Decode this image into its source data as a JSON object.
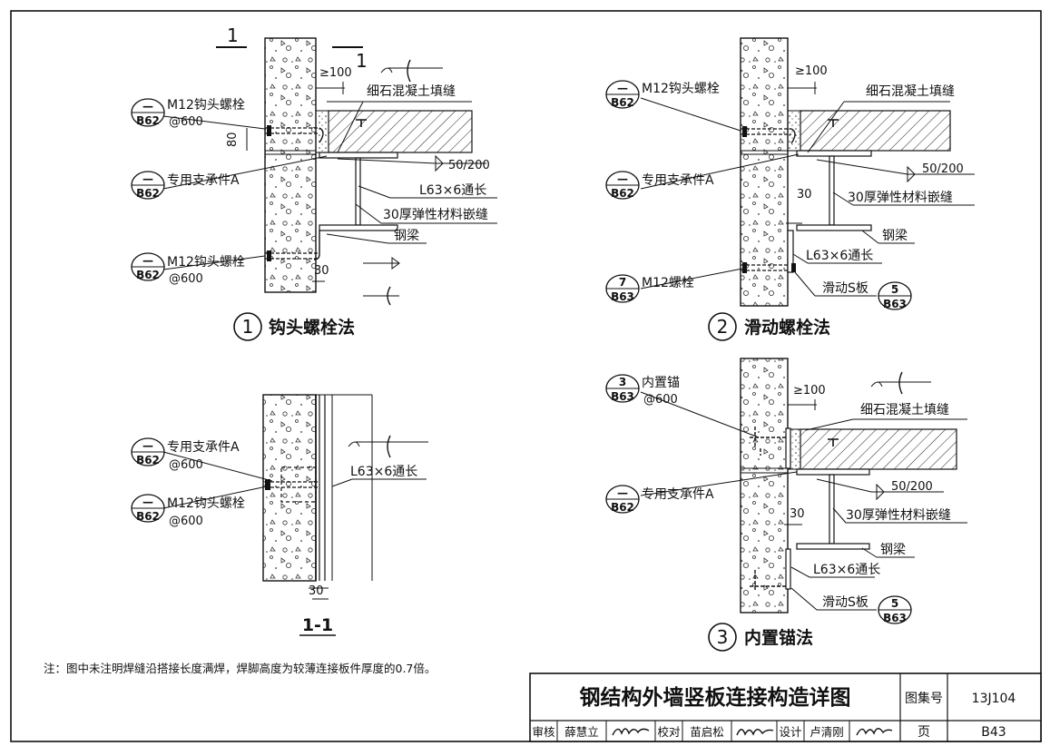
{
  "drawing": {
    "title": "钢结构外墙竖板连接构造详图",
    "atlas_label": "图集号",
    "atlas_no": "13J104",
    "page_label": "页",
    "page_no": "B43",
    "title_block": {
      "review_label": "审核",
      "review_name": "薛慧立",
      "check_label": "校对",
      "check_name": "苗启松",
      "design_label": "设计",
      "design_name": "卢清刚"
    },
    "note": "注：图中未注明焊缝沿搭接长度满焊，焊脚高度为较薄连接板件厚度的0.7倍。"
  },
  "details": {
    "d1": {
      "num": "1",
      "caption": "钩头螺栓法",
      "section_mark": "1",
      "labels": {
        "bolt": "M12钩头螺栓",
        "bolt_spacing": "@600",
        "support": "专用支承件A",
        "bolt2": "M12钩头螺栓",
        "bolt2_spacing": "@600",
        "fill": "细石混凝土填缝",
        "weld": "50/200",
        "angle": "L63×6通长",
        "elastic": "30厚弹性材料嵌缝",
        "beam": "钢梁",
        "dim_100": "≥100",
        "dim_80": "80",
        "dim_30": "30"
      },
      "refs": {
        "bolt_top": "—",
        "bolt_bot": "B62",
        "sup_top": "—",
        "sup_bot": "B62",
        "bolt2_top": "—",
        "bolt2_bot": "B62"
      }
    },
    "d2": {
      "num": "2",
      "caption": "滑动螺栓法",
      "labels": {
        "bolt": "M12钩头螺栓",
        "support": "专用支承件A",
        "m12": "M12螺栓",
        "fill": "细石混凝土填缝",
        "weld": "50/200",
        "elastic": "30厚弹性材料嵌缝",
        "beam": "钢梁",
        "angle": "L63×6通长",
        "slide": "滑动S板",
        "dim_100": "≥100",
        "dim_30": "30"
      },
      "refs": {
        "bolt_top": "—",
        "bolt_bot": "B62",
        "sup_top": "—",
        "sup_bot": "B62",
        "m12_top": "7",
        "m12_bot": "B63",
        "slide_top": "5",
        "slide_bot": "B63"
      }
    },
    "d3": {
      "num": "3",
      "caption": "内置锚法",
      "labels": {
        "anchor": "内置锚",
        "anchor_spacing": "@600",
        "support": "专用支承件A",
        "fill": "细石混凝土填缝",
        "weld": "50/200",
        "elastic": "30厚弹性材料嵌缝",
        "beam": "钢梁",
        "angle": "L63×6通长",
        "slide": "滑动S板",
        "dim_100": "≥100",
        "dim_30": "30"
      },
      "refs": {
        "anchor_top": "3",
        "anchor_bot": "B63",
        "sup_top": "—",
        "sup_bot": "B62",
        "slide_top": "5",
        "slide_bot": "B63"
      }
    },
    "section": {
      "caption": "1-1",
      "labels": {
        "support": "专用支承件A",
        "support_spacing": "@600",
        "bolt": "M12钩头螺栓",
        "bolt_spacing": "@600",
        "angle": "L63×6通长",
        "dim_30": "30"
      },
      "refs": {
        "sup_top": "—",
        "sup_bot": "B62",
        "bolt_top": "—",
        "bolt_bot": "B62"
      }
    }
  }
}
